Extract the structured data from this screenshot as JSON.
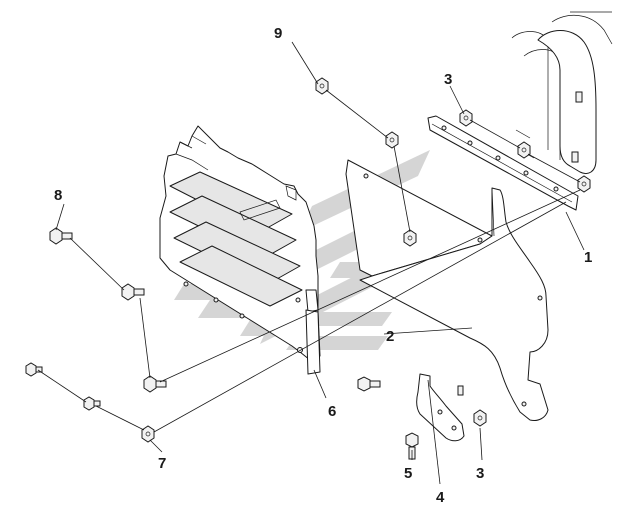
{
  "callouts": {
    "c1": "1",
    "c2": "2",
    "c3a": "3",
    "c3b": "3",
    "c4": "4",
    "c5": "5",
    "c6": "6",
    "c7": "7",
    "c8": "8",
    "c9": "9"
  },
  "colors": {
    "line": "#1a1a1a",
    "watermark": "#c8c8c8",
    "background": "#ffffff"
  }
}
